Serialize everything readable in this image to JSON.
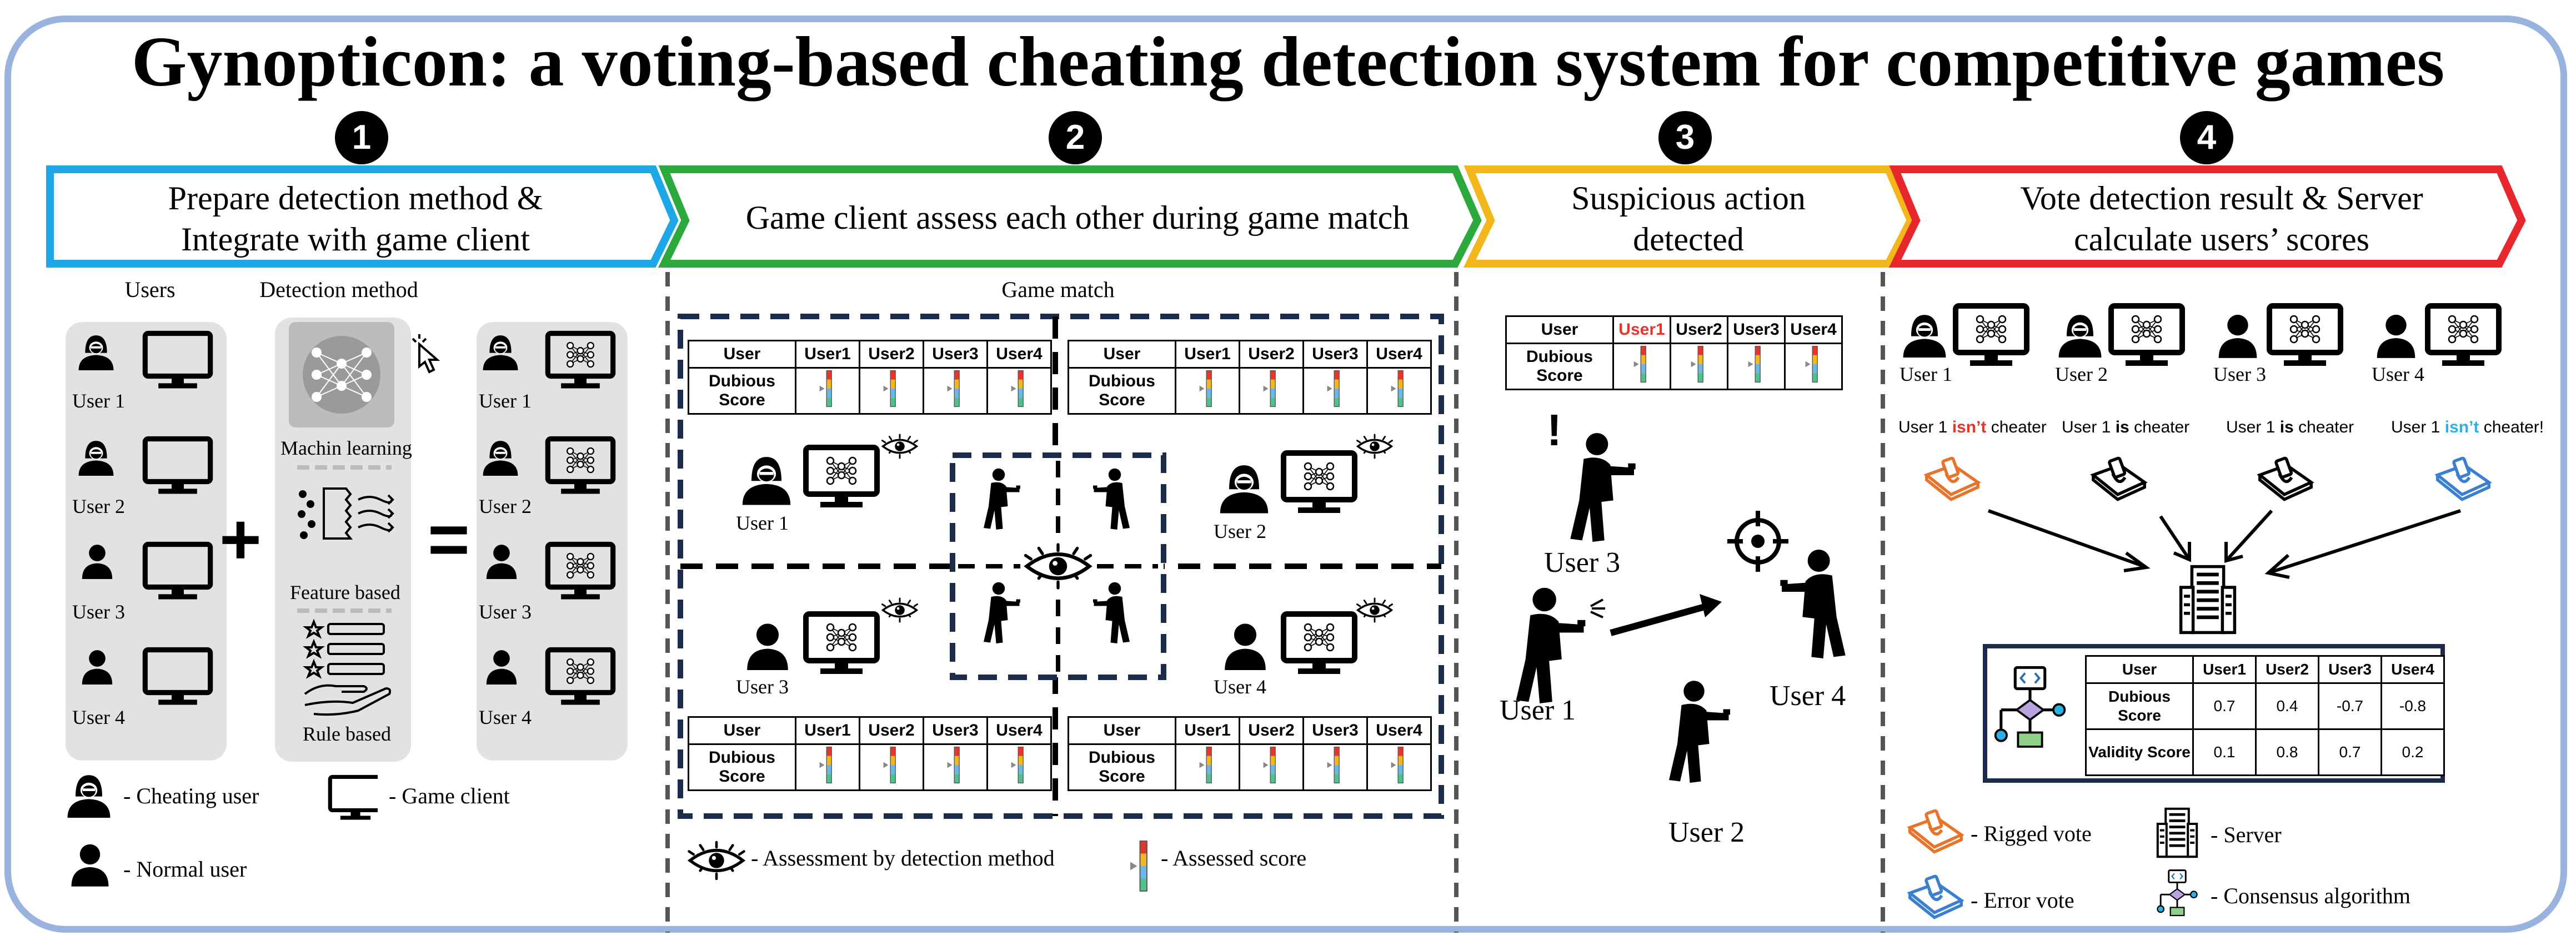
{
  "title": "Gynopticon: a voting-based cheating detection system for competitive games",
  "steps": [
    {
      "num": "1",
      "label": "Prepare detection method & Integrate with game client",
      "color": "#1ea7e6"
    },
    {
      "num": "2",
      "label": "Game client assess each other during game match",
      "color": "#2ca93c"
    },
    {
      "num": "3",
      "label": "Suspicious action detected",
      "color": "#f3b71b"
    },
    {
      "num": "4",
      "label": "Vote detection result & Server calculate users’ scores",
      "color": "#e8272c"
    }
  ],
  "panel1": {
    "users_header": "Users",
    "method_header": "Detection method",
    "users": [
      "User 1",
      "User 2",
      "User 3",
      "User 4"
    ],
    "methods": [
      "Machin learning",
      "Feature based",
      "Rule based"
    ],
    "legend": {
      "cheating": "- Cheating user",
      "normal": "- Normal user",
      "client": "- Game client"
    }
  },
  "panel2": {
    "header": "Game match",
    "table_headers": [
      "User",
      "User1",
      "User2",
      "User3",
      "User4"
    ],
    "row_label": "Dubious Score",
    "users": [
      "User 1",
      "User 2",
      "User 3",
      "User 4"
    ],
    "legend": {
      "assessment": "- Assessment by detection method",
      "score": "- Assessed score"
    }
  },
  "panel3": {
    "table_headers": [
      "User",
      "User1",
      "User2",
      "User3",
      "User4"
    ],
    "row_label": "Dubious Score",
    "users": [
      "User 3",
      "User 1",
      "User 4",
      "User 2"
    ],
    "exclaim": "!"
  },
  "panel4": {
    "users": [
      "User 1",
      "User 2",
      "User 3",
      "User 4"
    ],
    "votes": [
      {
        "pre": "User 1 ",
        "key": "isn’t",
        "post": " cheater"
      },
      {
        "pre": "User 1 ",
        "key": "is",
        "post": " cheater"
      },
      {
        "pre": "User 1 ",
        "key": "is",
        "post": " cheater"
      },
      {
        "pre": "User 1 ",
        "key": "isn’t",
        "post": " cheater!"
      }
    ],
    "table": {
      "headers": [
        "User",
        "User1",
        "User2",
        "User3",
        "User4"
      ],
      "rows": [
        {
          "label": "Dubious Score",
          "values": [
            "0.7",
            "0.4",
            "-0.7",
            "-0.8"
          ]
        },
        {
          "label": "Validity Score",
          "values": [
            "0.1",
            "0.8",
            "0.7",
            "0.2"
          ]
        }
      ]
    },
    "legend": {
      "rigged": "- Rigged vote",
      "error": "- Error vote",
      "server": "- Server",
      "consensus": "- Consensus algorithm"
    }
  },
  "colors": {
    "frame": "#99b3de",
    "navy": "#1c2b4a",
    "orange": "#e8742b",
    "blue": "#3a7fd0"
  }
}
